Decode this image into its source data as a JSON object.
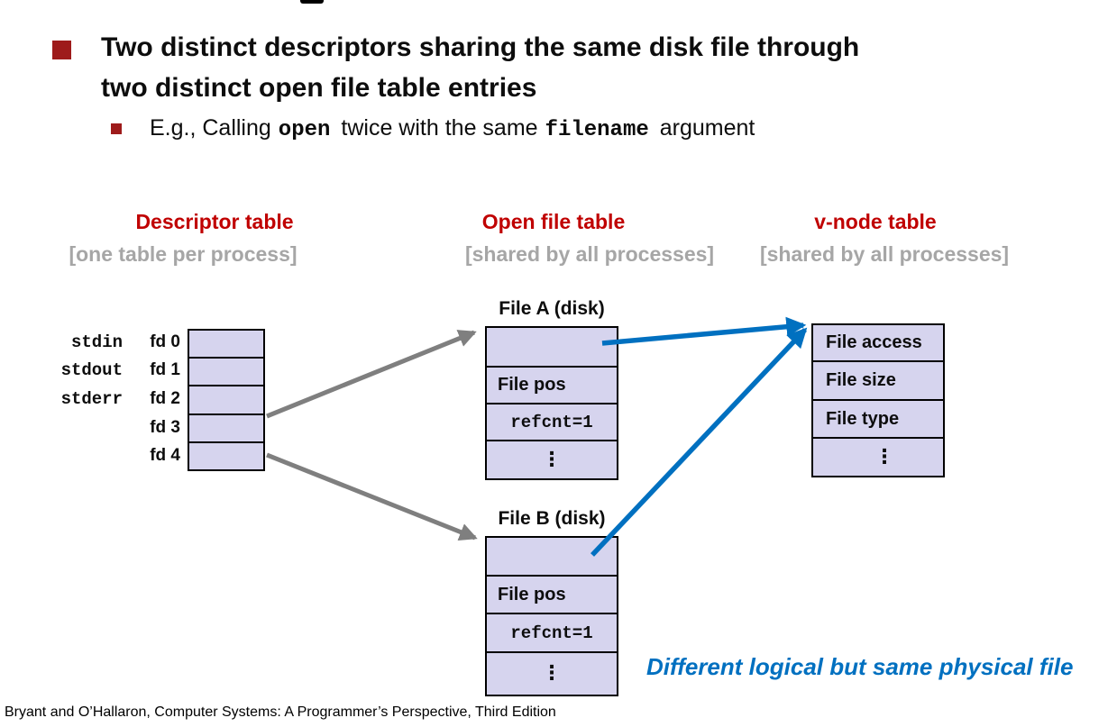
{
  "colors": {
    "accent_red": "#C00000",
    "bullet_red": "#9E1B1B",
    "muted_gray": "#A6A6A6",
    "cell_fill": "#D6D4EE",
    "arrow_gray": "#7F7F7F",
    "accent_blue": "#0070C0"
  },
  "bullets": {
    "main": {
      "lines": [
        "Two distinct descriptors sharing the same disk file through",
        "two distinct open file table entries"
      ]
    },
    "sub": {
      "prefix": "E.g., Calling",
      "code1": "open",
      "middle": "twice with the same",
      "code2": "filename",
      "suffix": "argument"
    }
  },
  "columns": {
    "descriptor": {
      "title": "Descriptor table",
      "subtitle": "[one table per process]"
    },
    "open_file": {
      "title": "Open file table",
      "subtitle": "[shared by all processes]"
    },
    "vnode": {
      "title": "v-node table",
      "subtitle": "[shared by all processes]"
    }
  },
  "descriptor_table": {
    "std_labels": [
      "stdin",
      "stdout",
      "stderr"
    ],
    "fd_labels": [
      "fd 0",
      "fd 1",
      "fd 2",
      "fd 3",
      "fd 4"
    ]
  },
  "file_a": {
    "title": "File A (disk)",
    "rows": [
      "",
      "File pos",
      "refcnt=1",
      "⋮"
    ]
  },
  "file_b": {
    "title": "File B (disk)",
    "rows": [
      "",
      "File pos",
      "refcnt=1",
      "⋮"
    ]
  },
  "vnode_table": {
    "rows": [
      "File access",
      "File size",
      "File type",
      "⋮"
    ]
  },
  "callout": "Different logical but same physical file",
  "footer": "Bryant and O’Hallaron, Computer Systems: A Programmer’s Perspective, Third Edition"
}
